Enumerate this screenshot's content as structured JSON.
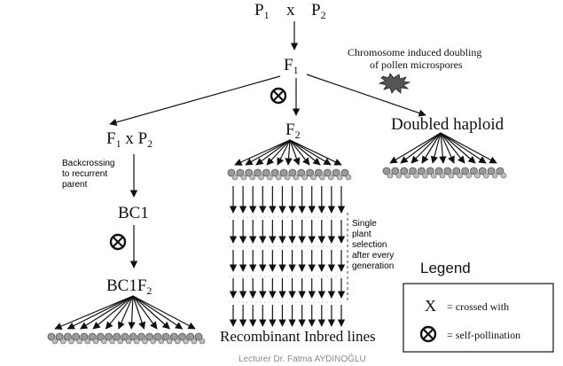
{
  "nodes": {
    "p1": "P",
    "p1_sub": "1",
    "cross_symbol": "x",
    "p2": "P",
    "p2_sub": "2",
    "f1": "F",
    "f1_sub": "1",
    "f2": "F",
    "f2_sub": "2",
    "backcross": {
      "f": "F",
      "f_sub": "1",
      "x": " x ",
      "p": "P",
      "p_sub": "2"
    },
    "bc1": "BC1",
    "bc1f2": "BC1F",
    "bc1f2_sub": "2",
    "doubled_haploid": "Doubled haploid",
    "rils": "Recombinant Inbred lines"
  },
  "notes": {
    "chromosome_doubling": [
      "Chromosome induced doubling",
      "of pollen microspores"
    ],
    "backcrossing": [
      "Backcrossing",
      "to recurrent",
      "parent"
    ],
    "single_plant_selection": [
      "Single",
      "plant",
      "selection",
      "after every",
      "generation"
    ]
  },
  "legend": {
    "title": "Legend",
    "items": [
      {
        "symbol": "X",
        "text": "= crossed with"
      },
      {
        "symbol": "⊗",
        "text": "= self-pollination"
      }
    ]
  },
  "footer": "Lecturer Dr. Fatma AYDINOĞLU"
}
